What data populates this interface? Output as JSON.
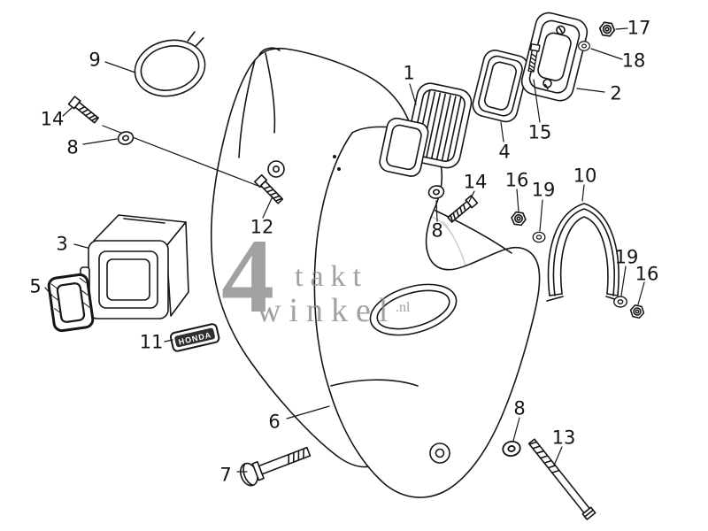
{
  "diagram": {
    "background": "#ffffff",
    "line_color": "#161616",
    "watermark_color": "#8a8a8a"
  },
  "watermark": {
    "digit": "4",
    "word1": "takt",
    "word2": "winkel",
    "domain": ".nl"
  },
  "badge": {
    "text": "HONDA"
  },
  "callouts": [
    {
      "label": "9"
    },
    {
      "label": "14"
    },
    {
      "label": "8"
    },
    {
      "label": "1"
    },
    {
      "label": "17"
    },
    {
      "label": "18"
    },
    {
      "label": "2"
    },
    {
      "label": "15"
    },
    {
      "label": "4"
    },
    {
      "label": "14"
    },
    {
      "label": "16"
    },
    {
      "label": "19"
    },
    {
      "label": "10"
    },
    {
      "label": "8"
    },
    {
      "label": "12"
    },
    {
      "label": "3"
    },
    {
      "label": "5"
    },
    {
      "label": "11"
    },
    {
      "label": "19"
    },
    {
      "label": "16"
    },
    {
      "label": "6"
    },
    {
      "label": "7"
    },
    {
      "label": "8"
    },
    {
      "label": "13"
    }
  ]
}
